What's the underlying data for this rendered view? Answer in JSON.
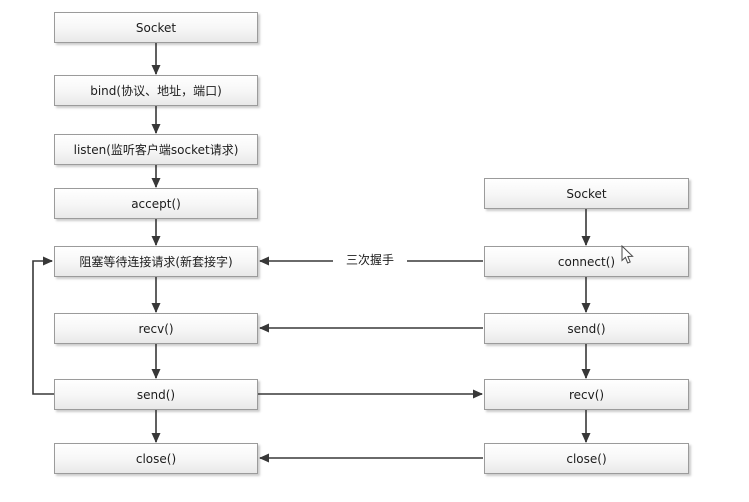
{
  "diagram": {
    "title_implicit": "socket-flow",
    "handshake_label": "三次握手",
    "server": {
      "boxes": [
        {
          "label": "Socket"
        },
        {
          "label": "bind(协议、地址，端口)"
        },
        {
          "label": "listen(监听客户端socket请求)"
        },
        {
          "label": "accept()"
        },
        {
          "label": "阻塞等待连接请求(新套接字)"
        },
        {
          "label": "recv()"
        },
        {
          "label": "send()"
        },
        {
          "label": "close()"
        }
      ]
    },
    "client": {
      "boxes": [
        {
          "label": "Socket"
        },
        {
          "label": "connect()"
        },
        {
          "label": "send()"
        },
        {
          "label": "recv()"
        },
        {
          "label": "close()"
        }
      ]
    },
    "icons": {
      "cursor": "mouse-pointer-icon"
    },
    "colors": {
      "background": "#ffffff",
      "box_border": "#9b9b9b",
      "box_fill_top": "#ffffff",
      "box_fill_bottom": "#e9e9e9",
      "arrow": "#383838",
      "text": "#1c1c1c"
    }
  }
}
